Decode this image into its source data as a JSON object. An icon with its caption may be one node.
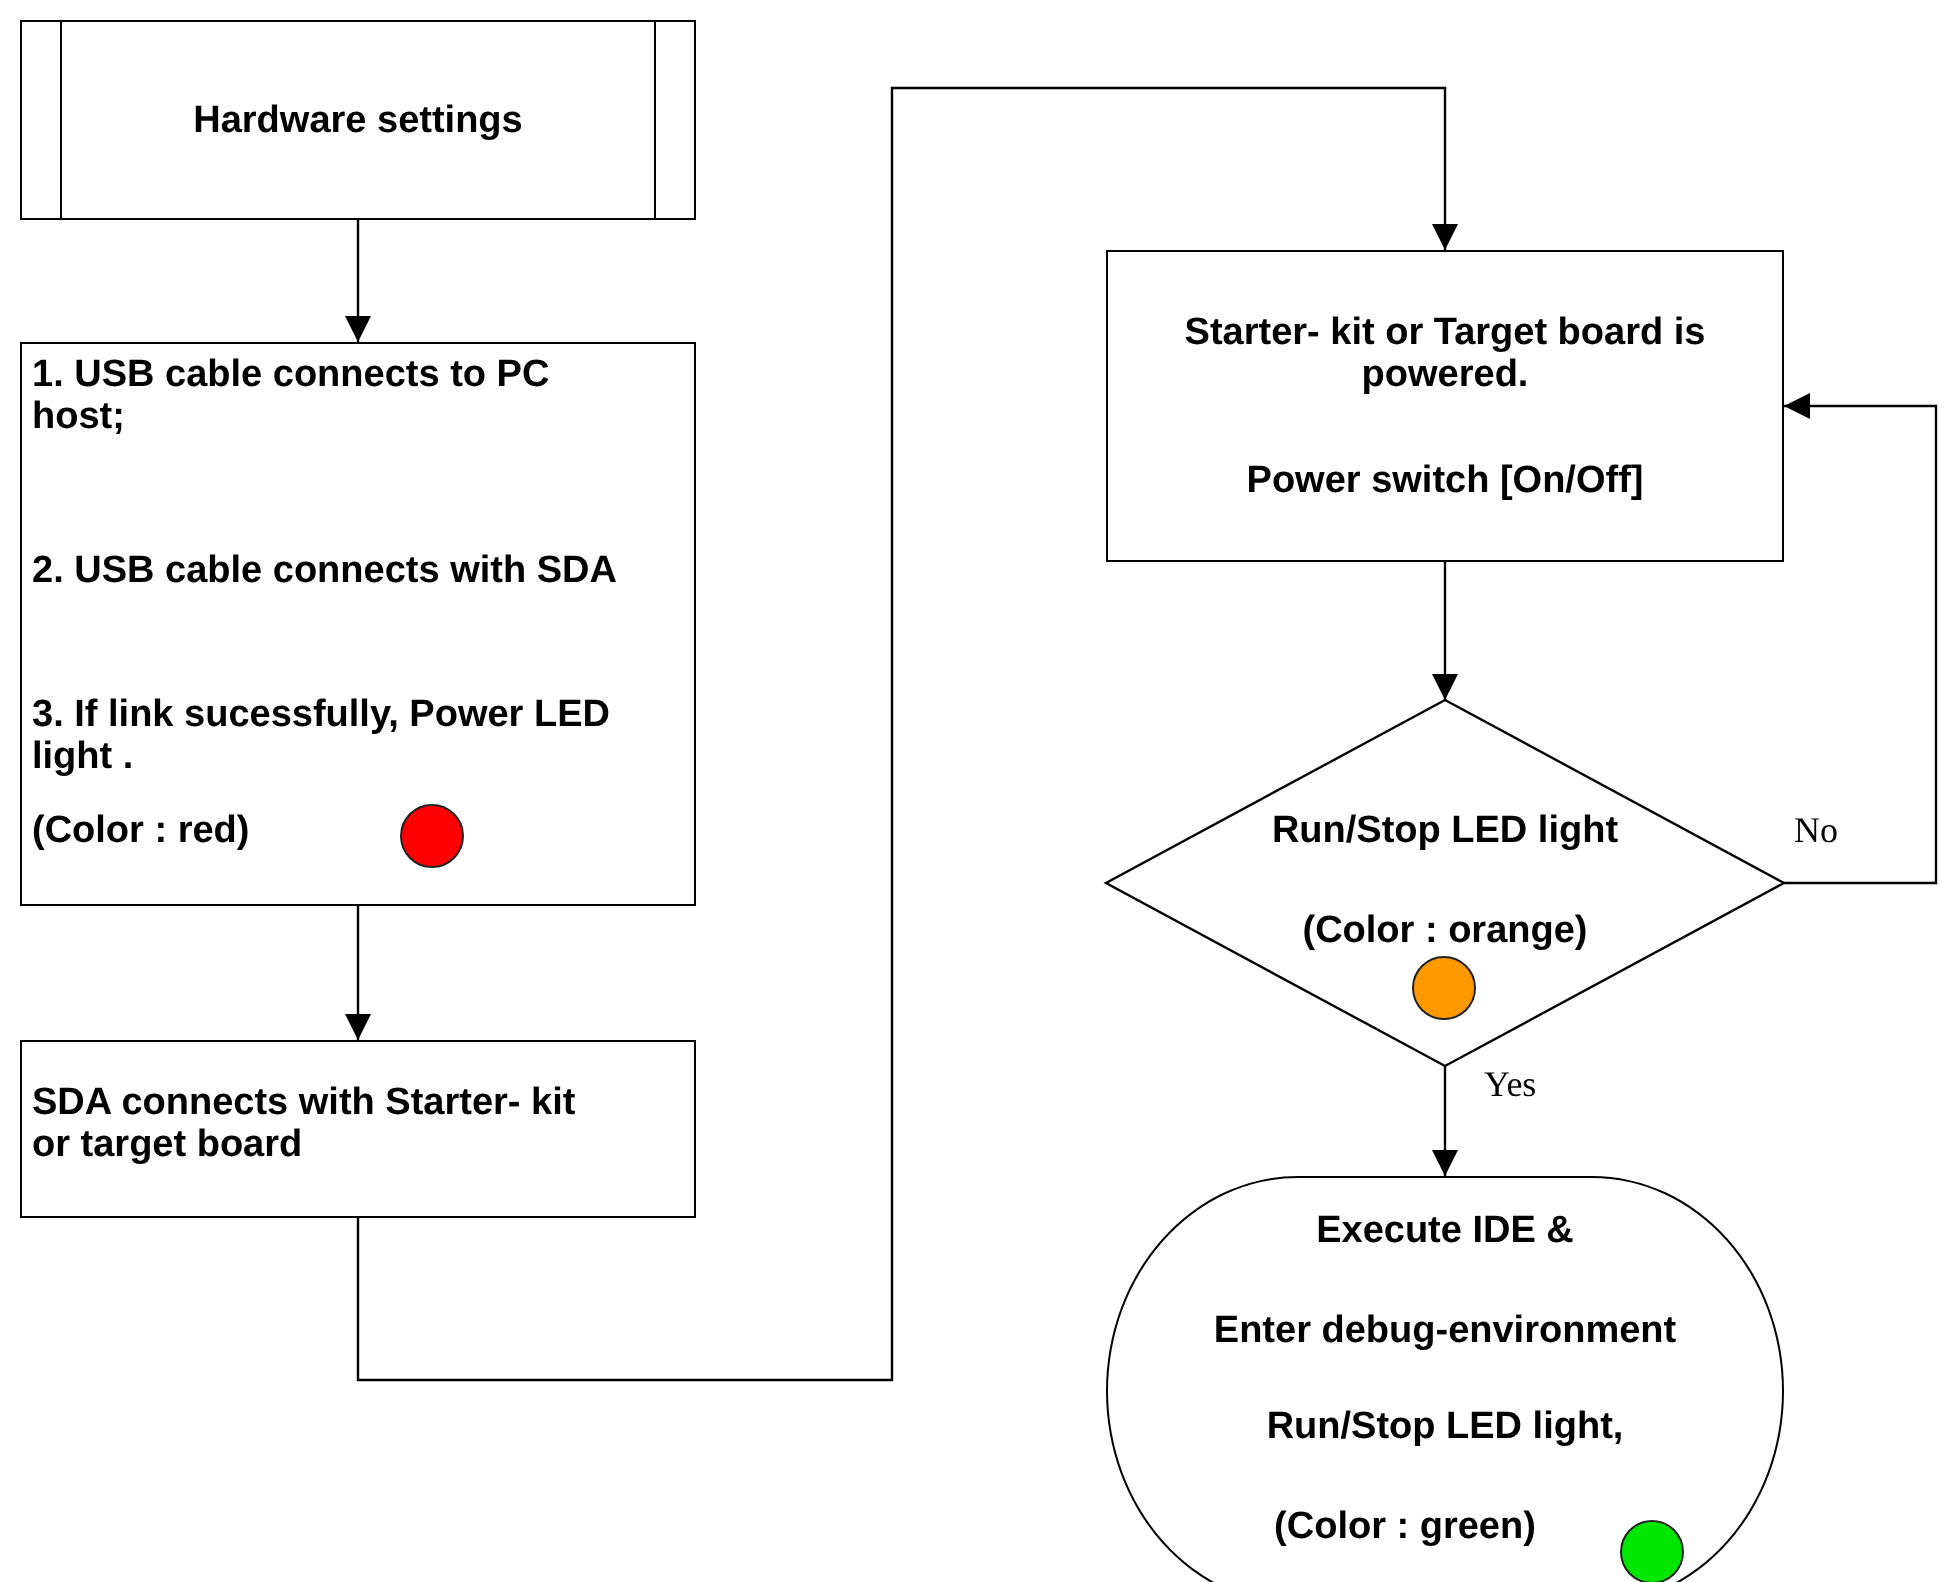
{
  "diagram": {
    "nodes": [
      {
        "text": [
          "Hardware settings"
        ]
      },
      {
        "text": [
          "1. USB cable connects to PC host;",
          "2. USB cable connects with SDA",
          "3. If link sucessfully, Power LED light .",
          "(Color : red)"
        ]
      },
      {
        "text": [],
        "shape": "circle",
        "in": 1
      },
      {
        "text": [
          "SDA connects with Starter- kit or target board"
        ]
      },
      {
        "text": [
          "Starter- kit or Target board is powered.",
          "Power switch [On/Off]"
        ]
      },
      {
        "text": [
          "Run/Stop LED light",
          "(Color : orange)"
        ]
      },
      {
        "text": [],
        "shape": "circle",
        "in": 5
      },
      {
        "text": [
          "Execute IDE &",
          "Enter debug-environment",
          "Run/Stop LED light,",
          "(Color : green)"
        ]
      },
      {
        "text": [],
        "shape": "circle",
        "in": 7
      }
    ],
    "edges": [
      {
        "from": 0,
        "to": 1,
        "arrow": "to"
      },
      {
        "from": 1,
        "to": 3,
        "arrow": "to"
      },
      {
        "from": 3,
        "to": 4,
        "arrow": "to"
      },
      {
        "from": 4,
        "to": 5,
        "arrow": "to"
      },
      {
        "from": 5,
        "to": 7,
        "label": "Yes",
        "arrow": "to"
      },
      {
        "from": 5,
        "to": 4,
        "label": "No",
        "arrow": "to"
      }
    ]
  }
}
